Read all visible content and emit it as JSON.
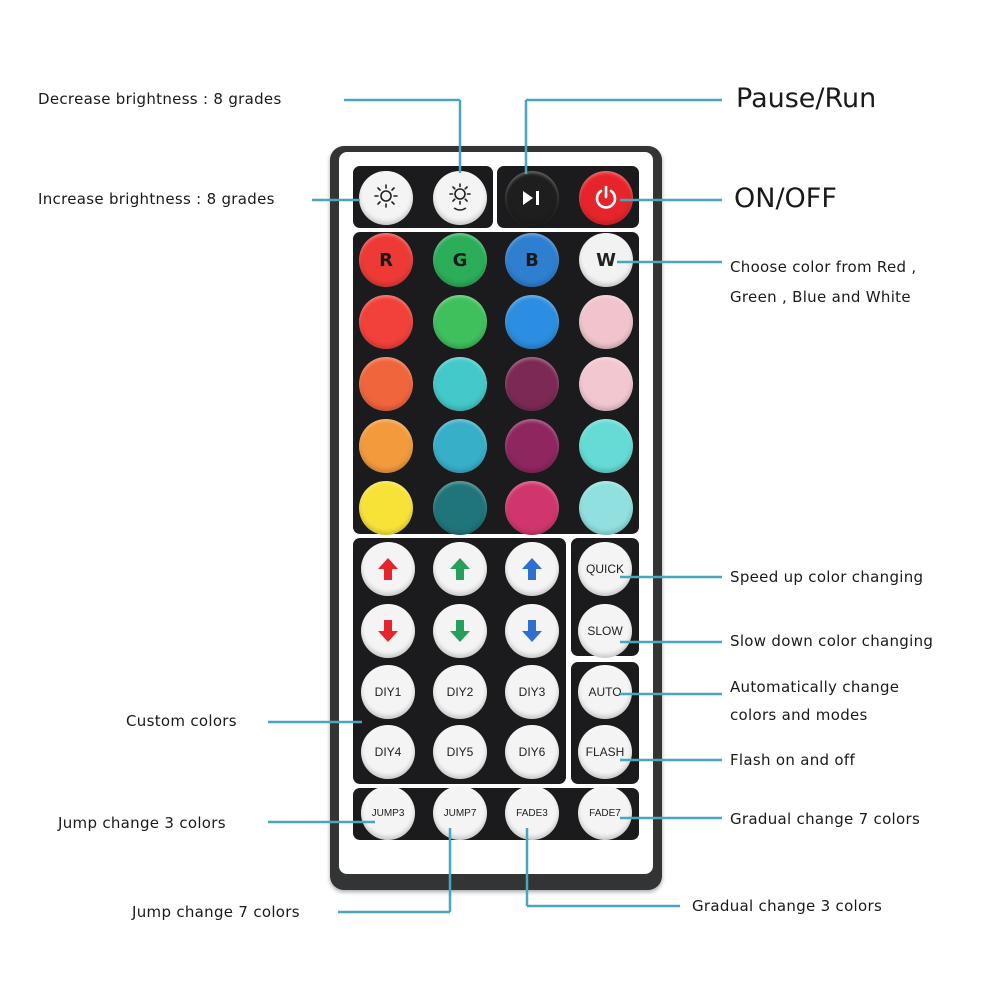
{
  "remote": {
    "top_row": [
      {
        "id": "brightness-down",
        "icon": "brightness-down-icon"
      },
      {
        "id": "brightness-up",
        "icon": "brightness-up-icon"
      },
      {
        "id": "play-pause",
        "icon": "play-pause-icon",
        "color": "#1e1e1e"
      },
      {
        "id": "power",
        "icon": "power-icon",
        "color": "#e5252b"
      }
    ],
    "color_rows": [
      [
        {
          "label": "R",
          "color": "#ee3a37"
        },
        {
          "label": "G",
          "color": "#2cad5a"
        },
        {
          "label": "B",
          "color": "#2e7fd0"
        },
        {
          "label": "W",
          "color": "#f2f2f2"
        }
      ],
      [
        {
          "label": "",
          "color": "#f2413b"
        },
        {
          "label": "",
          "color": "#3fc05d"
        },
        {
          "label": "",
          "color": "#2c8ee0"
        },
        {
          "label": "",
          "color": "#f1c4cd"
        }
      ],
      [
        {
          "label": "",
          "color": "#f0653b"
        },
        {
          "label": "",
          "color": "#43c9c9"
        },
        {
          "label": "",
          "color": "#7c2a55"
        },
        {
          "label": "",
          "color": "#f2c7d0"
        }
      ],
      [
        {
          "label": "",
          "color": "#f39a3c"
        },
        {
          "label": "",
          "color": "#38afc9"
        },
        {
          "label": "",
          "color": "#8f2660"
        },
        {
          "label": "",
          "color": "#66dbd6"
        }
      ],
      [
        {
          "label": "",
          "color": "#f7e338"
        },
        {
          "label": "",
          "color": "#20757a"
        },
        {
          "label": "",
          "color": "#d0366d"
        },
        {
          "label": "",
          "color": "#8fe0de"
        }
      ]
    ],
    "arrow_rows": [
      [
        {
          "dir": "up",
          "color": "#e5252b"
        },
        {
          "dir": "up",
          "color": "#25a05a"
        },
        {
          "dir": "up",
          "color": "#2f6fd0"
        }
      ],
      [
        {
          "dir": "down",
          "color": "#e5252b"
        },
        {
          "dir": "down",
          "color": "#25a05a"
        },
        {
          "dir": "down",
          "color": "#2f6fd0"
        }
      ]
    ],
    "diy_rows": [
      [
        "DIY1",
        "DIY2",
        "DIY3"
      ],
      [
        "DIY4",
        "DIY5",
        "DIY6"
      ]
    ],
    "speed_buttons": [
      "QUICK",
      "SLOW"
    ],
    "mode_buttons": [
      "AUTO",
      "FLASH"
    ],
    "bottom_row": [
      "JUMP3",
      "JUMP7",
      "FADE3",
      "FADE7"
    ]
  },
  "annotations": {
    "decrease_brightness": "Decrease brightness : 8 grades",
    "increase_brightness": "Increase brightness : 8 grades",
    "pause_run": "Pause/Run",
    "on_off": "ON/OFF",
    "choose_color_1": "Choose color from Red ,",
    "choose_color_2": "Green , Blue and White",
    "speed_up": "Speed up color changing",
    "slow_down": "Slow down color changing",
    "auto_1": "Automatically change",
    "auto_2": "colors and modes",
    "flash": "Flash on and off",
    "custom_colors": "Custom colors",
    "jump3": "Jump change 3 colors",
    "fade7": "Gradual change 7 colors",
    "jump7": "Jump change 7 colors",
    "fade3": "Gradual change 3 colors"
  },
  "accent_line_color": "#4aa6bd"
}
